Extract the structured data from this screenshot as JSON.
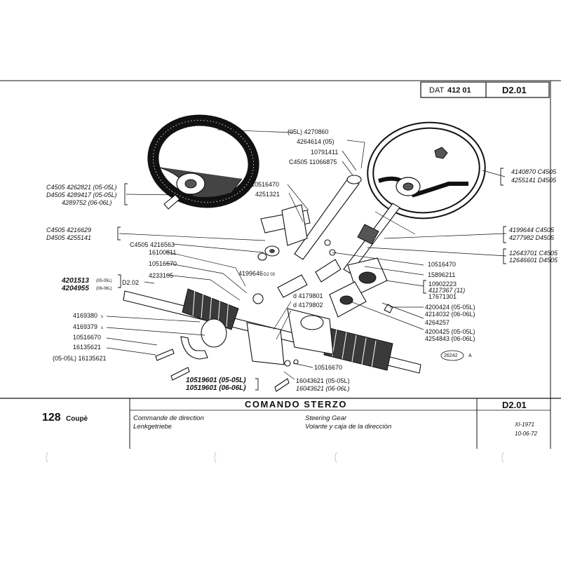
{
  "header": {
    "dat_label": "DAT",
    "dat_number": "412 01",
    "code": "D2.01"
  },
  "footer": {
    "model_number": "128",
    "model_name": "Coupè",
    "title": "COMANDO STERZO",
    "desc_fr": "Commande de direction",
    "desc_de": "Lenkgetriebe",
    "desc_en": "Steering Gear",
    "desc_es": "Volante y caja de la dirección",
    "code": "D2.01",
    "date1": "XI-1971",
    "date2": "10-06-72"
  },
  "figure_ref": "26242",
  "figure_ref_suffix": "A",
  "parts": {
    "p4270860": "(05L) 4270860",
    "p4264614": "4264614 (05)",
    "p10791411": "10791411",
    "p11066875": "C4505 11066875",
    "p10516470a": "10516470",
    "p4251321": "4251321",
    "p4262821": "C4505 4262821 (05-05L)",
    "p4289417": "D4505 4289417 (05-05L)",
    "p4289752": "4289752 (06-06L)",
    "p4216629": "C4505 4216629",
    "p4255141a": "D4505 4255141",
    "p4216563": "C4505 4216563",
    "p16100811": "16100811",
    "p10516670a": "10516670",
    "p4233105": "4233105",
    "p4199646": "4199646",
    "p4199646_note": "D2 03",
    "p4201513": "4201513",
    "p4201513_note": "(05-05L)",
    "p4204955": "4204955",
    "p4204955_note": "(06-06L)",
    "ref_d202": "D2.02",
    "p4179801": "d 4179801",
    "p4179802": "d 4179802",
    "p4169380": "4169380",
    "p4169379": "4169379",
    "p10516670b": "10516670",
    "p16135621": "16135621",
    "p16135621b": "(05-05L) 16135621",
    "s_mark": "s",
    "p4140870": "4140870 C4505",
    "p4255141b": "4255141 D4505",
    "p4199644": "4199644 C4505",
    "p4277982": "4277982 D4505",
    "p12643701": "12643701 C4505",
    "p12646601": "12646601 D4505",
    "p10516470b": "10516470",
    "p15896211": "15896211",
    "p10902223": "10902223",
    "p4117367": "4117367 (11)",
    "p17671301": "17671301",
    "p4200424": "4200424 (05-05L)",
    "p4214032": "4214032 (06-06L)",
    "p4264257": "4264257",
    "p4200425": "4200425 (05-05L)",
    "p4254843": "4254843 (06-06L)",
    "p10516670c": "10516670",
    "p10519601a": "10519601 (05-05L)",
    "p10519601b": "10519601 (06-06L)",
    "p16043621a": "16043621 (05-05L)",
    "p16043621b": "16043621 (06-06L)"
  }
}
